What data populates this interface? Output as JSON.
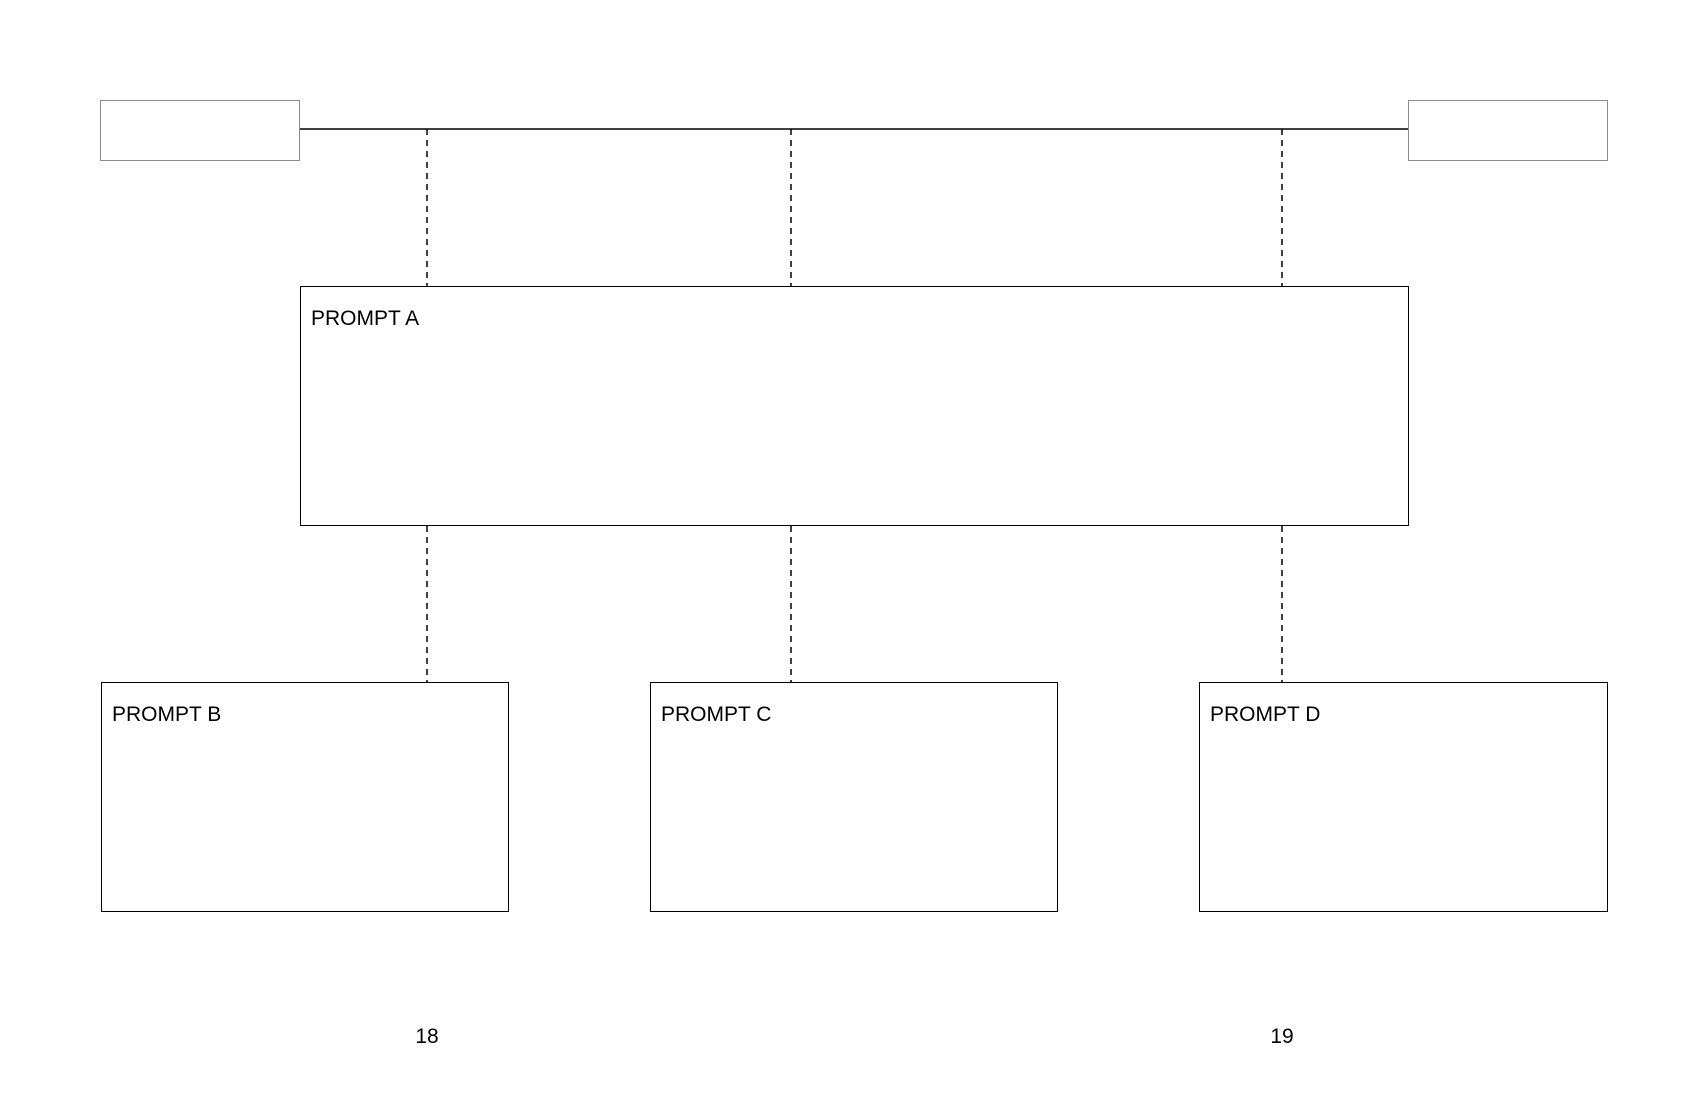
{
  "diagram": {
    "prompts": {
      "a": "PROMPT A",
      "b": "PROMPT B",
      "c": "PROMPT C",
      "d": "PROMPT D"
    },
    "page_numbers": {
      "left": "18",
      "right": "19"
    }
  }
}
